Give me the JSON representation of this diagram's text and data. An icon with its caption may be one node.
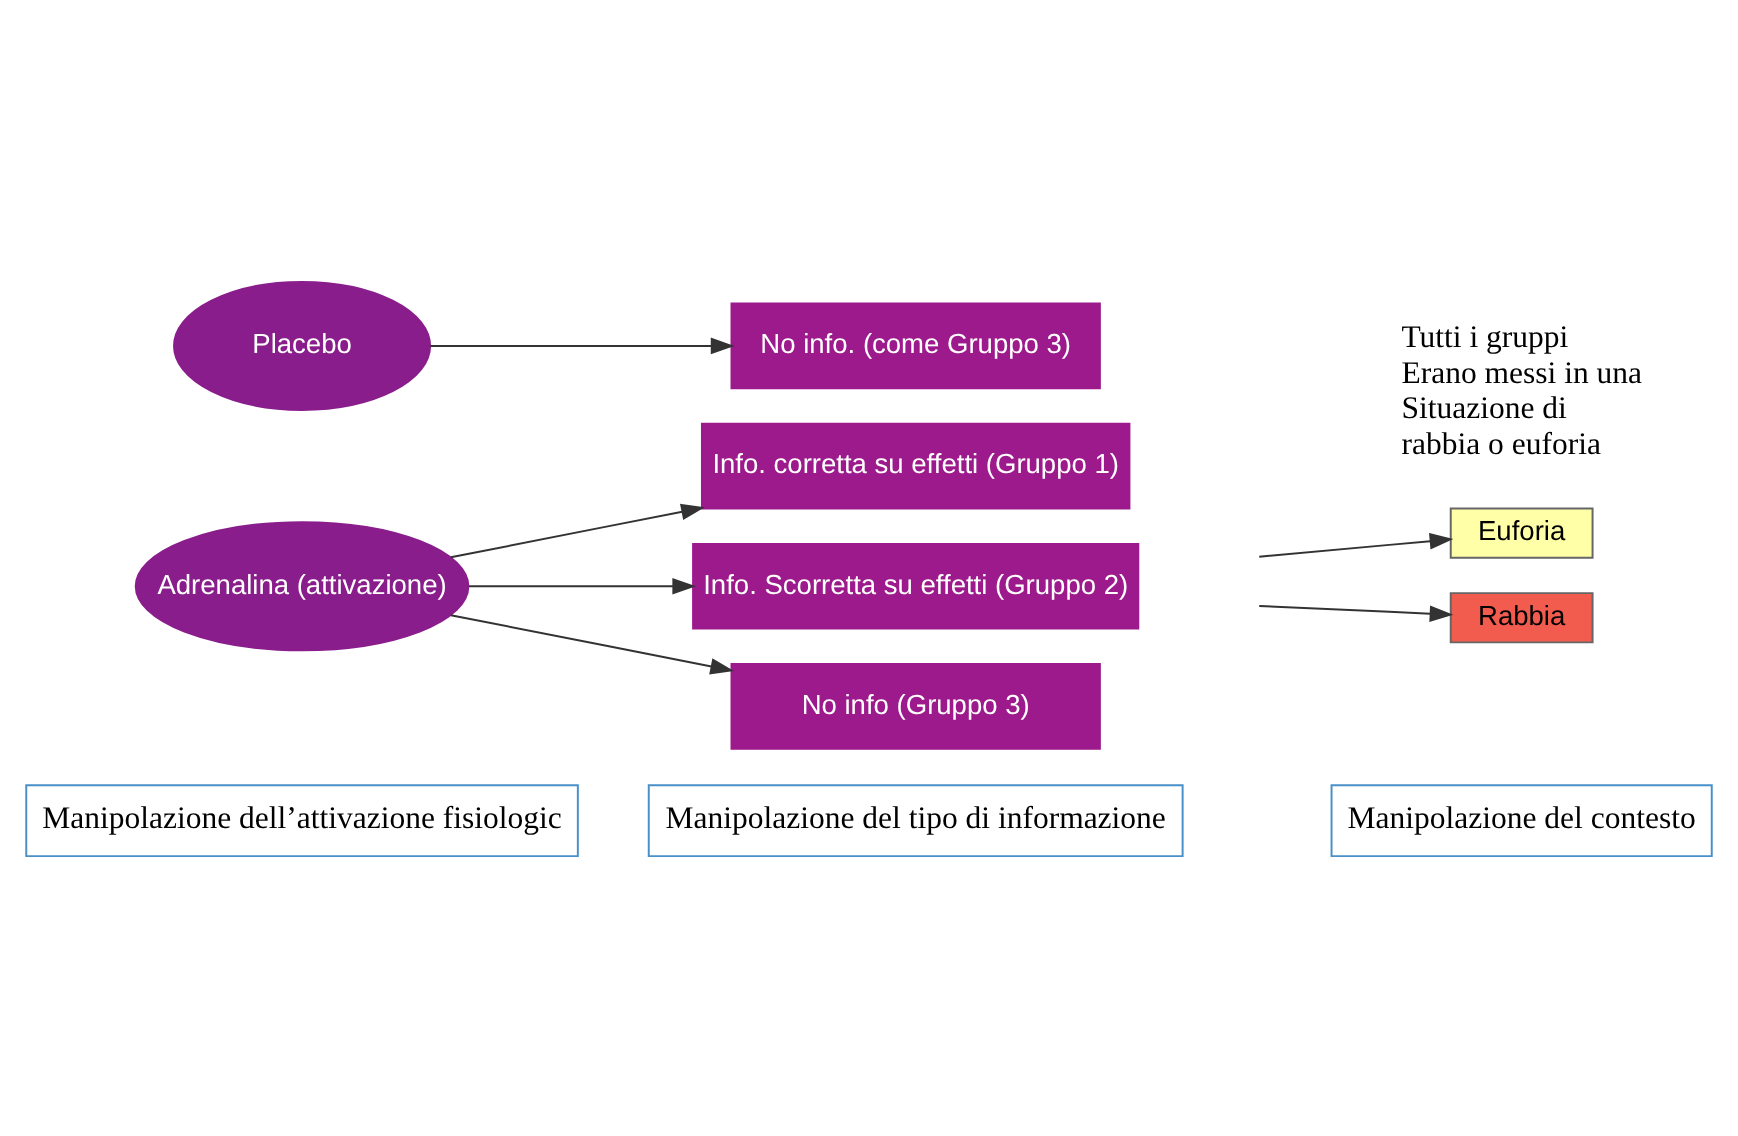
{
  "diagram": {
    "nodes": [
      {
        "text": [
          "Manipolazione dell’attivazione fisiologic"
        ]
      },
      {
        "text": [
          "Manipolazione del tipo di informazione"
        ]
      },
      {
        "text": [
          "Manipolazione del contesto"
        ]
      },
      {
        "text": [
          "Adrenalina (attivazione)"
        ]
      },
      {
        "text": [
          "Info. corretta su effetti (Gruppo 1)"
        ]
      },
      {
        "text": [
          "Info. Scorretta su effetti (Gruppo 2)"
        ]
      },
      {
        "text": [
          "No info (Gruppo 3)"
        ]
      },
      {
        "text": [
          "Placebo"
        ]
      },
      {
        "text": [
          "No info. (come Gruppo 3)"
        ]
      },
      {
        "text": [
          "Euforia"
        ]
      },
      {
        "text": [
          "Rabbia"
        ]
      }
    ],
    "edges": [
      {
        "from": 3,
        "to": 4,
        "arrow": "to"
      },
      {
        "from": 3,
        "to": 5,
        "arrow": "to"
      },
      {
        "from": 3,
        "to": 6,
        "arrow": "to"
      },
      {
        "from": 7,
        "to": 8,
        "arrow": "to"
      },
      {
        "from": null,
        "to": 9,
        "arrow": "to"
      },
      {
        "from": null,
        "to": 10,
        "arrow": "to"
      }
    ],
    "labels": [
      "Tutti i gruppi Erano messi in una Situazione di rabbia o euforia"
    ]
  }
}
